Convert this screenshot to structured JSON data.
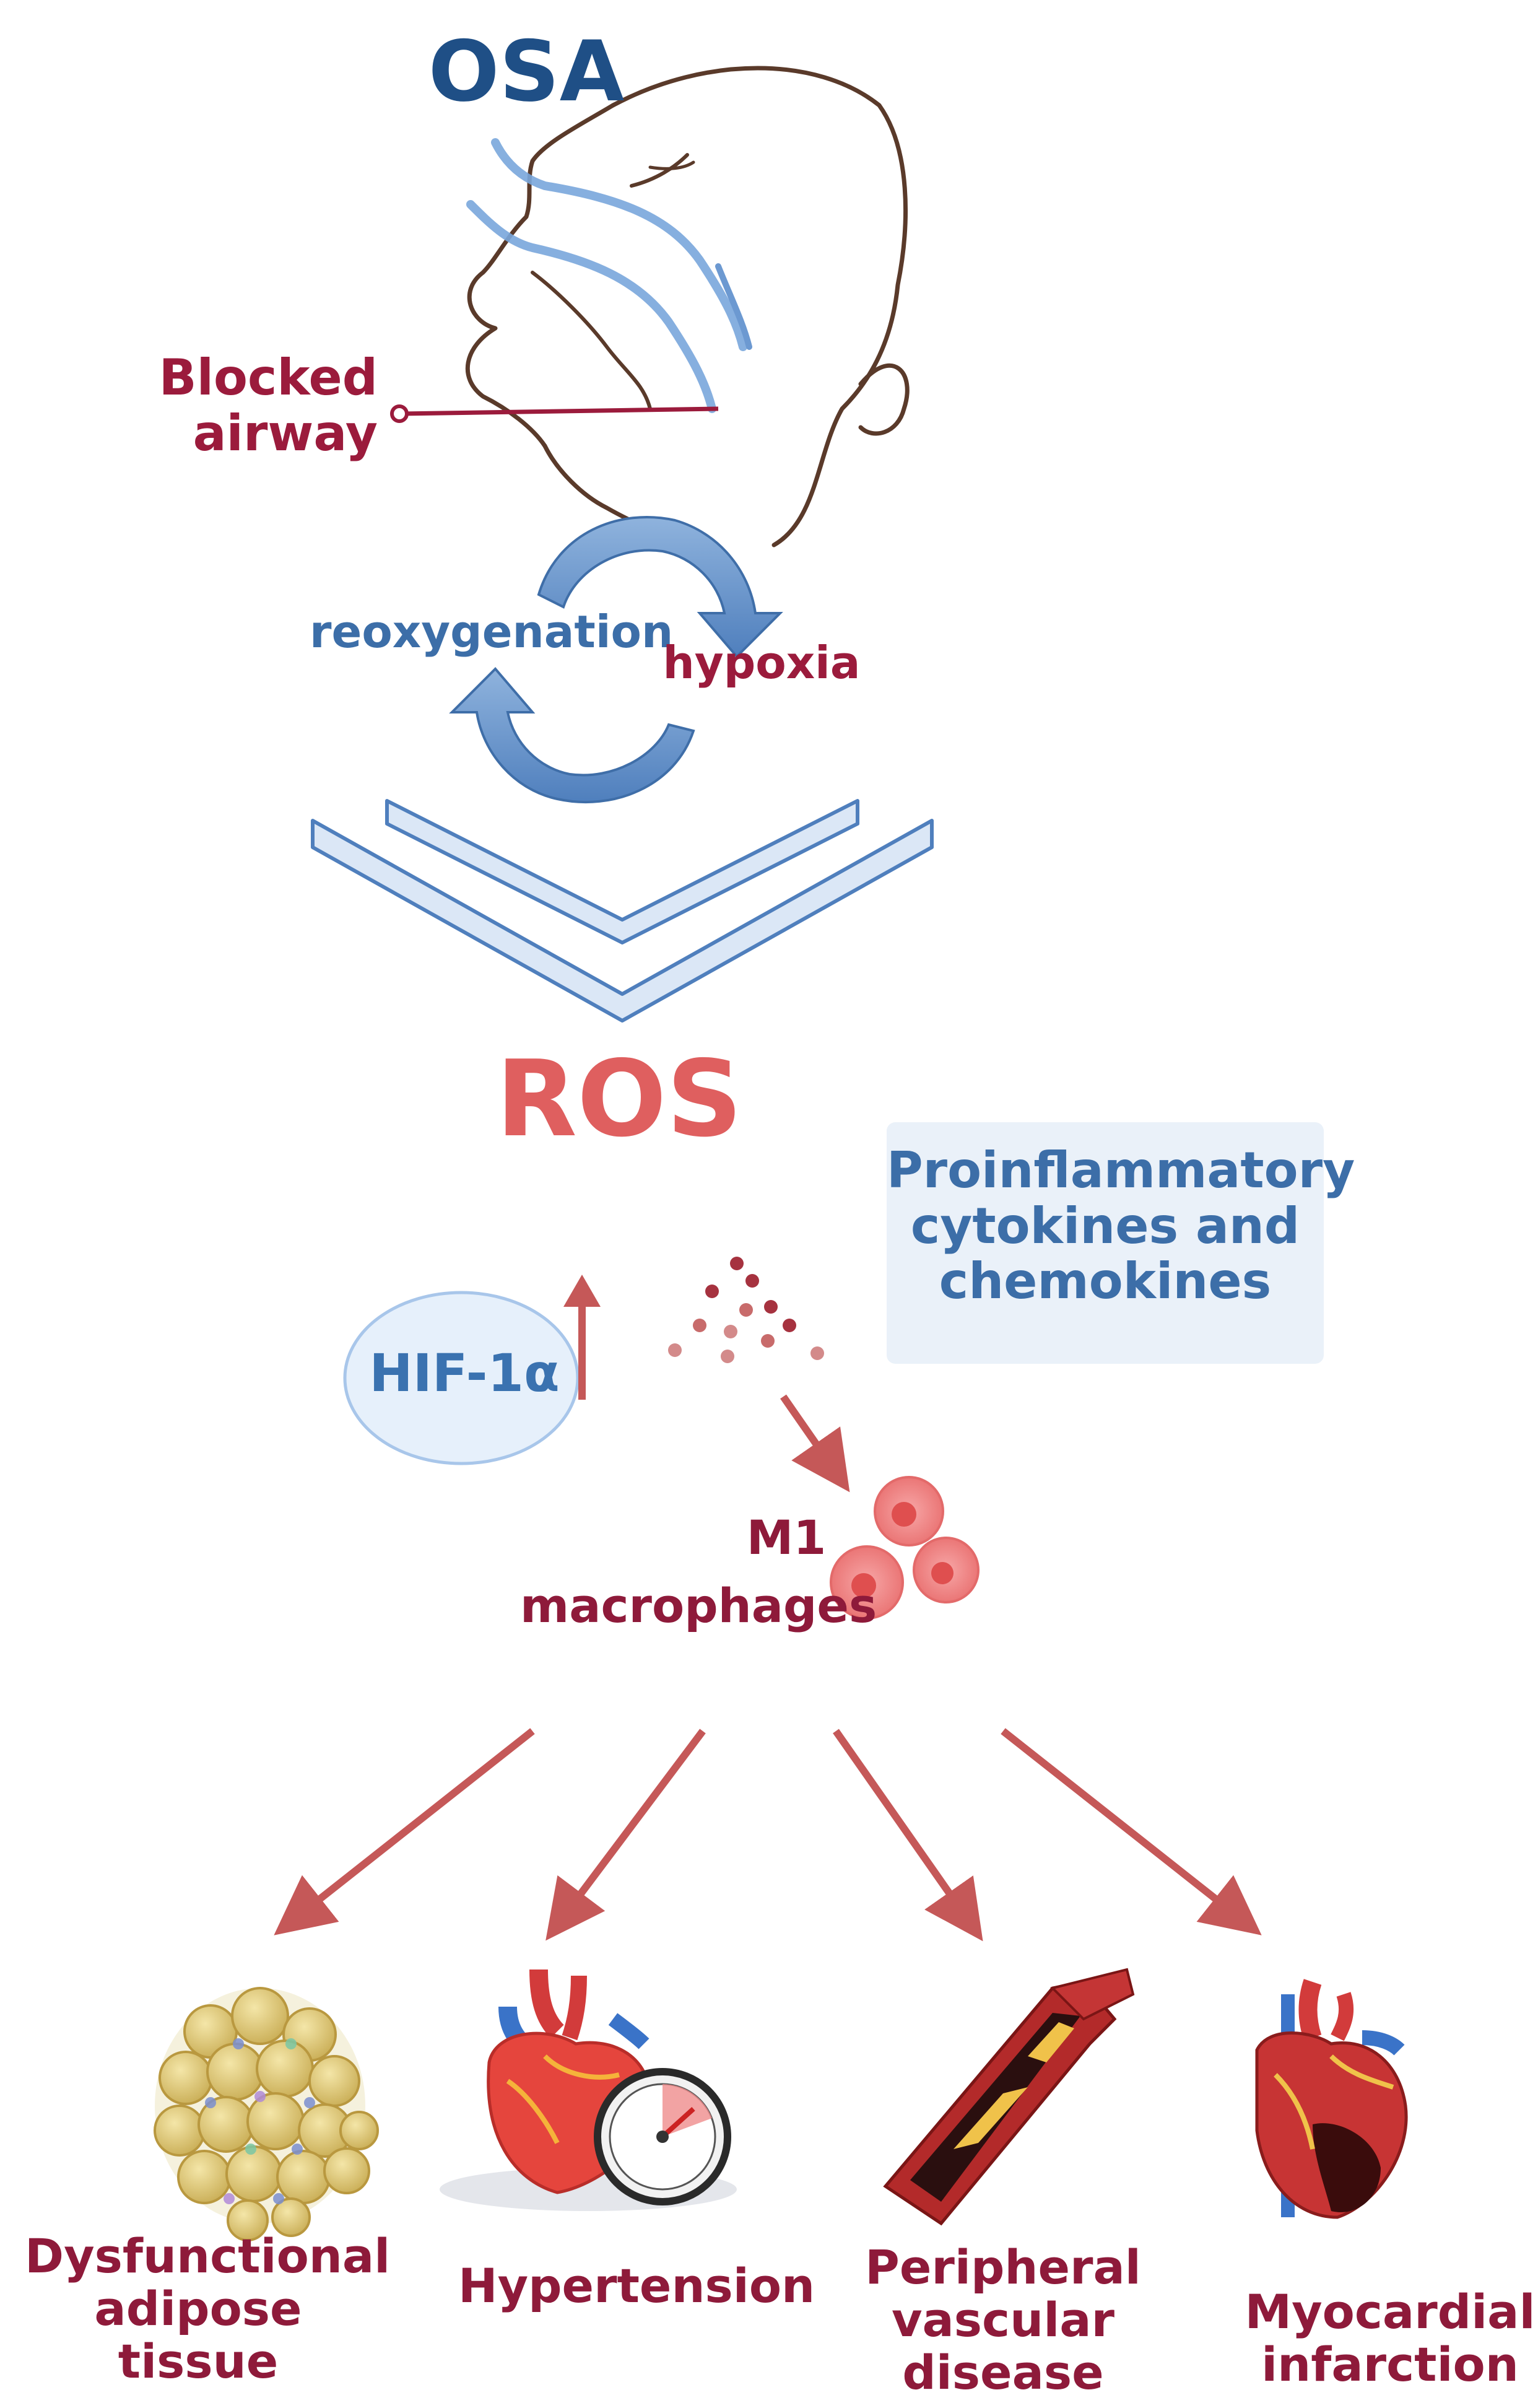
{
  "title": "OSA",
  "blocked_airway": "Blocked airway",
  "cycle": {
    "left_label": "reoxygenation",
    "right_label": "hypoxia"
  },
  "ros": "ROS",
  "cytokines": "Proinflammatory cytokines and chemokines",
  "hif": "HIF-1α",
  "m1": "M1",
  "macrophages": "macrophages",
  "outcomes": [
    {
      "label": "Dysfunctional adipose tissue",
      "icon": "adipose-tissue-icon"
    },
    {
      "label": "Hypertension",
      "icon": "heart-gauge-icon"
    },
    {
      "label": "Peripheral vascular disease",
      "icon": "blocked-artery-icon"
    },
    {
      "label": "Myocardial infarction",
      "icon": "heart-infarct-icon"
    }
  ],
  "colors": {
    "dark_blue": "#1f4f86",
    "blue": "#3c6ea8",
    "crimson": "#9b1b3c",
    "ros_red": "#df5f5f",
    "arrow_red": "#c55858",
    "box_bg": "#eaf1f9"
  }
}
